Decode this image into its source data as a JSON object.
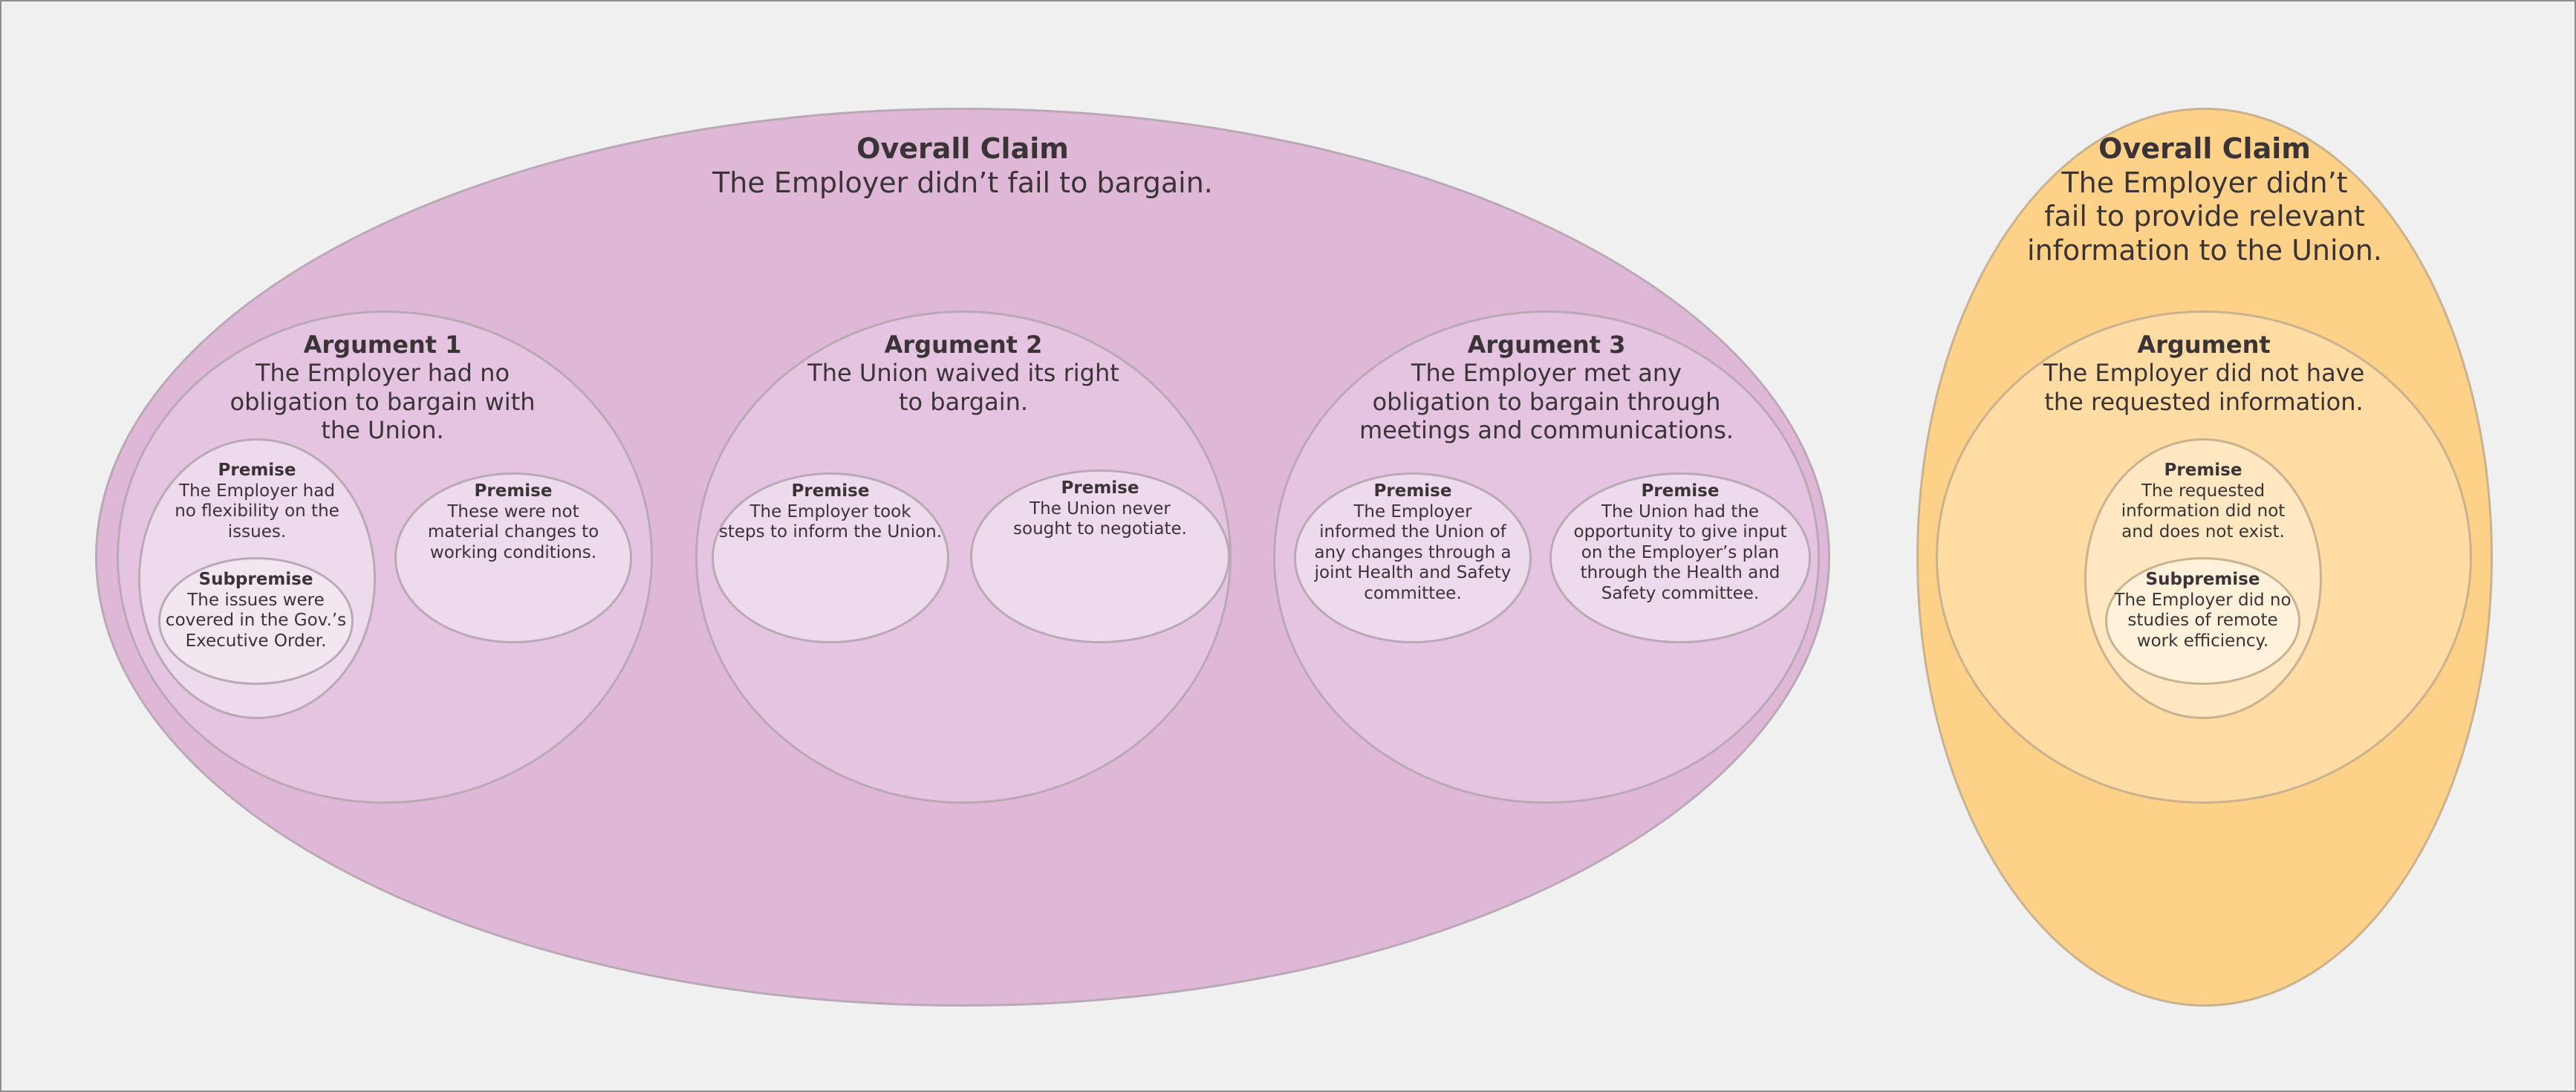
{
  "left": {
    "overall_claim": {
      "title": "Overall Claim",
      "text": "The Employer didn’t fail to bargain."
    },
    "argument1": {
      "title": "Argument 1",
      "lines": [
        "The Employer had no",
        "obligation to bargain with",
        "the Union."
      ],
      "premise1": {
        "title": "Premise",
        "lines": [
          "The Employer had",
          "no flexibility on the",
          "issues."
        ],
        "subpremise": {
          "title": "Subpremise",
          "lines": [
            "The issues were",
            "covered in the Gov.’s",
            "Executive Order."
          ]
        }
      },
      "premise2": {
        "title": "Premise",
        "lines": [
          "These were not",
          "material changes to",
          "working conditions."
        ]
      }
    },
    "argument2": {
      "title": "Argument 2",
      "lines": [
        "The Union waived its right",
        "to bargain."
      ],
      "premise1": {
        "title": "Premise",
        "lines": [
          "The Employer took",
          "steps to inform the Union."
        ]
      },
      "premise2": {
        "title": "Premise",
        "lines": [
          "The Union never",
          "sought to negotiate."
        ]
      }
    },
    "argument3": {
      "title": "Argument 3",
      "lines": [
        "The Employer met any",
        "obligation to bargain through",
        "meetings and communications."
      ],
      "premise1": {
        "title": "Premise",
        "lines": [
          "The Employer",
          "informed the Union of",
          "any changes through a",
          "joint Health and Safety",
          "committee."
        ]
      },
      "premise2": {
        "title": "Premise",
        "lines": [
          "The Union had the",
          "opportunity to give input",
          "on the Employer’s plan",
          "through the Health and",
          "Safety committee."
        ]
      }
    }
  },
  "right": {
    "overall_claim": {
      "title": "Overall Claim",
      "lines": [
        "The Employer didn’t",
        "fail to provide relevant",
        "information to the Union."
      ]
    },
    "argument": {
      "title": "Argument",
      "lines": [
        "The Employer did not have",
        "the requested information."
      ],
      "premise": {
        "title": "Premise",
        "lines": [
          "The requested",
          "information did not",
          "and does not exist."
        ],
        "subpremise": {
          "title": "Subpremise",
          "lines": [
            "The Employer did no",
            "studies of remote",
            "work efficiency."
          ]
        }
      }
    }
  }
}
